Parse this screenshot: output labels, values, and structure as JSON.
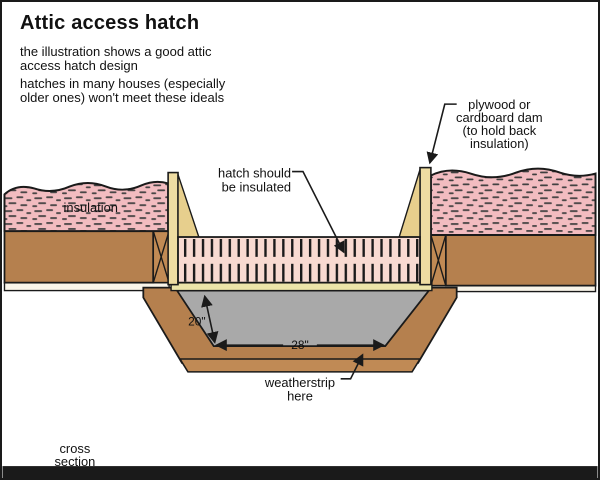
{
  "header": {
    "title": "Attic access hatch",
    "intro_line1": "the illustration shows a good attic",
    "intro_line2": "access hatch design",
    "note_line1": "hatches in many houses (especially",
    "note_line2": "older ones) won't meet these ideals"
  },
  "labels": {
    "insulation": "insulation",
    "hatch_line1": "hatch should",
    "hatch_line2": "be insulated",
    "dam_line1": "plywood or",
    "dam_line2": "cardboard dam",
    "dam_line3": "(to hold back",
    "dam_line4": "insulation)",
    "weatherstrip_line1": "weatherstrip",
    "weatherstrip_line2": "here",
    "view_line1": "cross",
    "view_line2": "section"
  },
  "dimensions": {
    "depth": "20\"",
    "width": "28\""
  },
  "colors": {
    "insulation_pink": "#f2bcc0",
    "fleck_dark": "#3f3f3f",
    "batt_pink": "#f8dad1",
    "wood_brown": "#b5804e",
    "joist_brown": "#c18a54",
    "trim_lip_brown": "#c08a55",
    "dam_yellow": "#eedca2",
    "wedge_yellow": "#e7cf8d",
    "board_yellow": "#ece4a9",
    "panel_gray": "#a9a9a9",
    "ceiling_white": "#f9f5ea",
    "line_black": "#1a1a1a"
  }
}
